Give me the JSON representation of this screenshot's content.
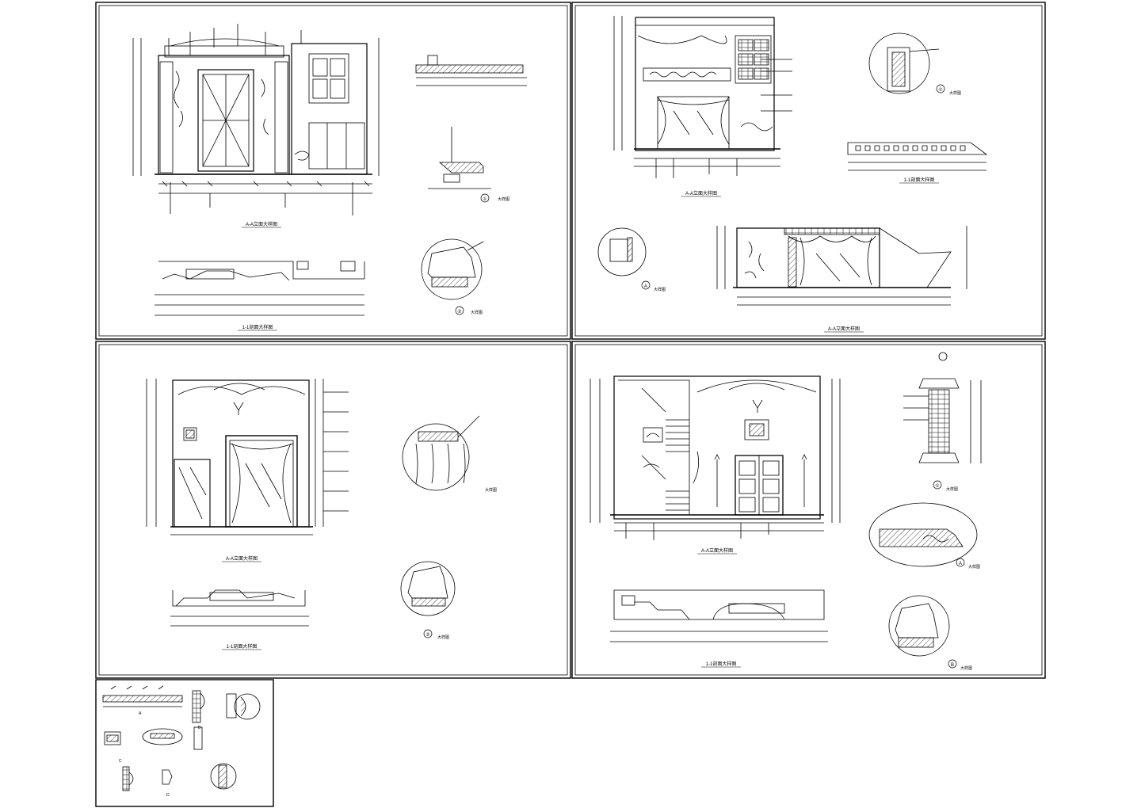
{
  "drawing": {
    "line_color": "#000000",
    "background": "#ffffff",
    "panels": [
      {
        "id": "top-left",
        "main_title": "A-A立面大样图",
        "plan_title": "1-1剖面大样图",
        "detail_a": "①",
        "detail_b": "②",
        "detail_label": "大样图"
      },
      {
        "id": "top-right",
        "main_title": "A-A立面大样图",
        "plan_title": "1-1剖面大样图",
        "detail_a": "①",
        "detail_b": "A",
        "detail_label": "大样图"
      },
      {
        "id": "bottom-left",
        "main_title": "A-A立面大样图",
        "plan_title": "1-1剖面大样图",
        "detail_a": "②",
        "detail_label": "大样图"
      },
      {
        "id": "bottom-right",
        "main_title": "A-A立面大样图",
        "plan_title": "1-1剖面大样图",
        "detail_a": "①",
        "detail_b": "A",
        "detail_c": "B",
        "detail_label": "大样图"
      }
    ],
    "small_panel": {
      "labels": [
        "A",
        "B",
        "C",
        "D"
      ]
    }
  }
}
